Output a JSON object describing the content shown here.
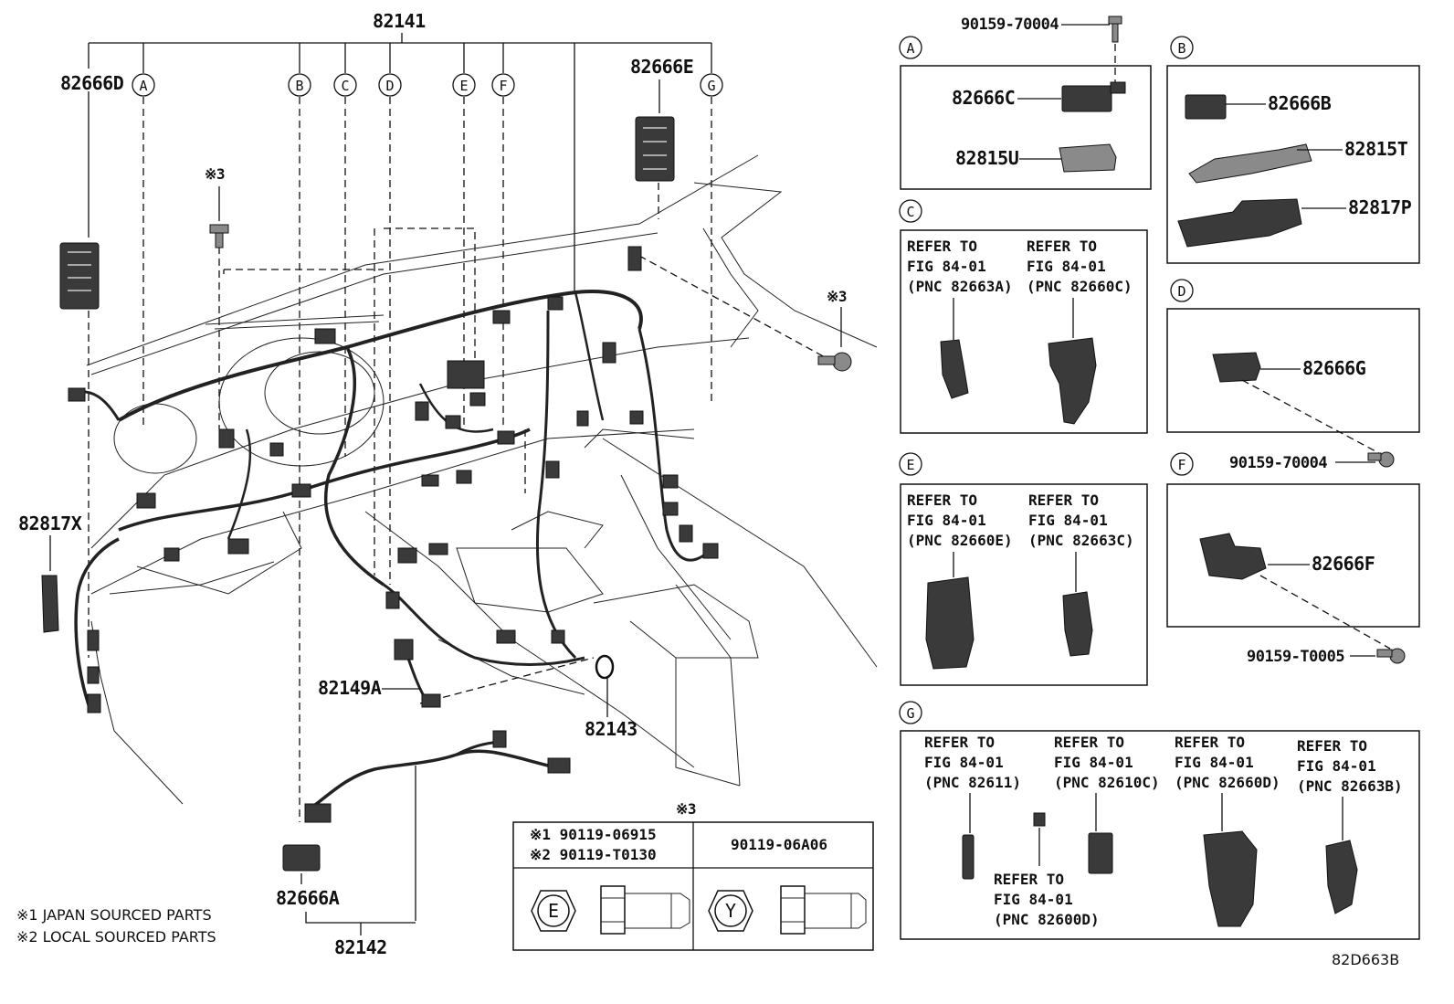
{
  "main_diagram": {
    "top_part": "82141",
    "callouts": [
      "A",
      "B",
      "C",
      "D",
      "E",
      "F",
      "G"
    ],
    "parts": {
      "p82666D": "82666D",
      "p82666E": "82666E",
      "p82817X": "82817X",
      "p82149A": "82149A",
      "p82143": "82143",
      "p82666A": "82666A",
      "p82142": "82142"
    },
    "bolt_note": "※3",
    "footnotes": [
      "※1 JAPAN SOURCED PARTS",
      "※2 LOCAL SOURCED PARTS"
    ],
    "diagram_code": "82D663B"
  },
  "bolt_table": {
    "header_note": "※3",
    "left_lines": [
      "※1  90119-06915",
      "※2  90119-T0130"
    ],
    "right_line": "90119-06A06",
    "left_mark": "E",
    "right_mark": "Y"
  },
  "panels": {
    "A": {
      "letter": "A",
      "bolt": "90159-70004",
      "parts": [
        "82666C",
        "82815U"
      ]
    },
    "B": {
      "letter": "B",
      "parts": [
        "82666B",
        "82815T",
        "82817P"
      ]
    },
    "C": {
      "letter": "C",
      "refs": [
        [
          "REFER TO",
          "FIG 84-01",
          "(PNC 82663A)"
        ],
        [
          "REFER TO",
          "FIG 84-01",
          "(PNC 82660C)"
        ]
      ]
    },
    "D": {
      "letter": "D",
      "parts": [
        "82666G"
      ],
      "bolt": "90159-70004"
    },
    "E": {
      "letter": "E",
      "refs": [
        [
          "REFER TO",
          "FIG 84-01",
          "(PNC 82660E)"
        ],
        [
          "REFER TO",
          "FIG 84-01",
          "(PNC 82663C)"
        ]
      ]
    },
    "F": {
      "letter": "F",
      "parts": [
        "82666F"
      ],
      "bolt": "90159-T0005"
    },
    "G": {
      "letter": "G",
      "refs": [
        [
          "REFER TO",
          "FIG 84-01",
          "(PNC 82611)"
        ],
        [
          "REFER TO",
          "FIG 84-01",
          "(PNC 82610C)"
        ],
        [
          "REFER TO",
          "FIG 84-01",
          "(PNC 82660D)"
        ],
        [
          "REFER TO",
          "FIG 84-01",
          "(PNC 82663B)"
        ],
        [
          "REFER TO",
          "FIG 84-01",
          "(PNC 82600D)"
        ]
      ]
    }
  }
}
